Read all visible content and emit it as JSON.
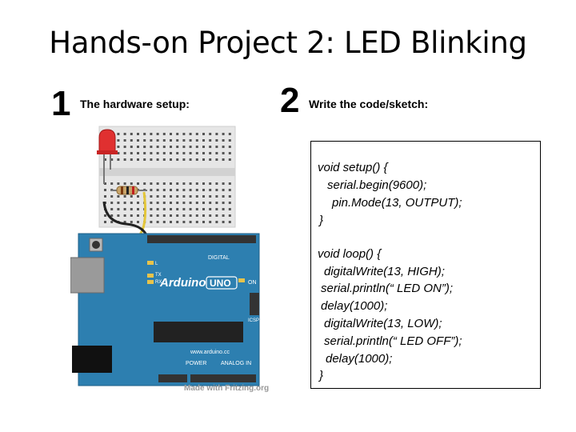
{
  "slide": {
    "title": "Hands-on Project 2: LED Blinking",
    "step1": {
      "number": "1",
      "label": "The hardware setup:"
    },
    "step2": {
      "number": "2",
      "label": "Write the code/sketch:"
    }
  },
  "code": {
    "lines": [
      "void setup() {",
      "serial.begin(9600);",
      "pin.Mode(13, OUTPUT);",
      "}",
      "void loop() {",
      "digitalWrite(13, HIGH);",
      "serial.println(“ LED ON”);",
      "delay(1000);",
      "digitalWrite(13, LOW);",
      "serial.println(“ LED OFF”);",
      "delay(1000);",
      "}"
    ]
  },
  "board": {
    "brand": "Arduino",
    "model": "UNO",
    "website": "www.arduino.cc",
    "credit": "Made with Fritzing.org",
    "digital_label": "DIGITAL",
    "analog_label": "ANALOG IN",
    "power_label": "POWER",
    "on_label": "ON",
    "icsp_label": "ICSP",
    "tx_label": "TX",
    "rx_label": "RX",
    "l_label": "L",
    "colors": {
      "board": "#2d7fb0",
      "breadboard": "#e6e6e6",
      "led": "#e03030",
      "wire_yellow": "#e3c63a",
      "wire_black": "#222222"
    }
  }
}
